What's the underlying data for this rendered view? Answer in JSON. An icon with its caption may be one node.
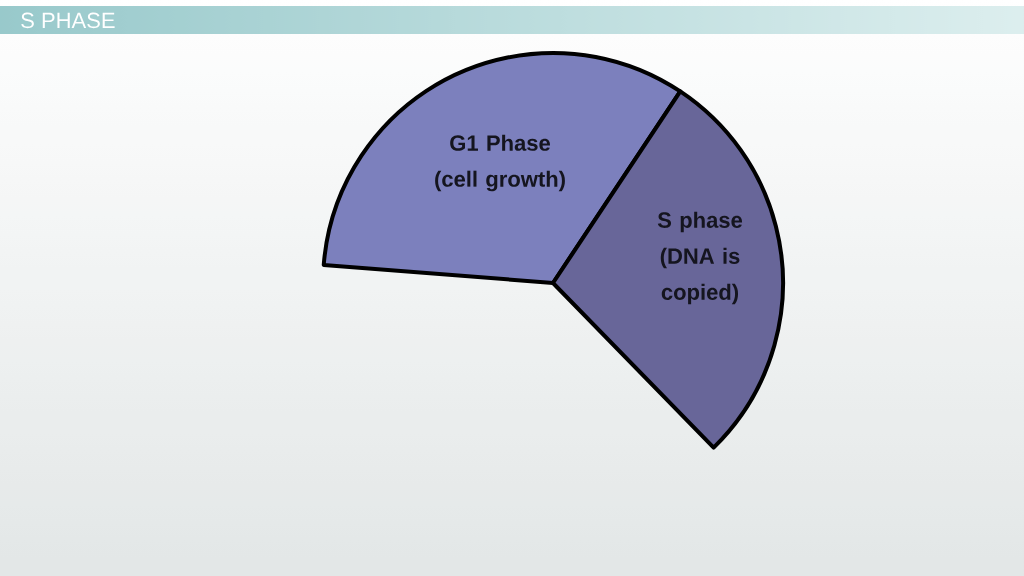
{
  "diagram": {
    "title": "S PHASE",
    "nodes": [
      {
        "text": [
          "G1 Phase (cell growth)"
        ]
      },
      {
        "text": [
          "S phase (DNA is copied)"
        ]
      }
    ]
  }
}
